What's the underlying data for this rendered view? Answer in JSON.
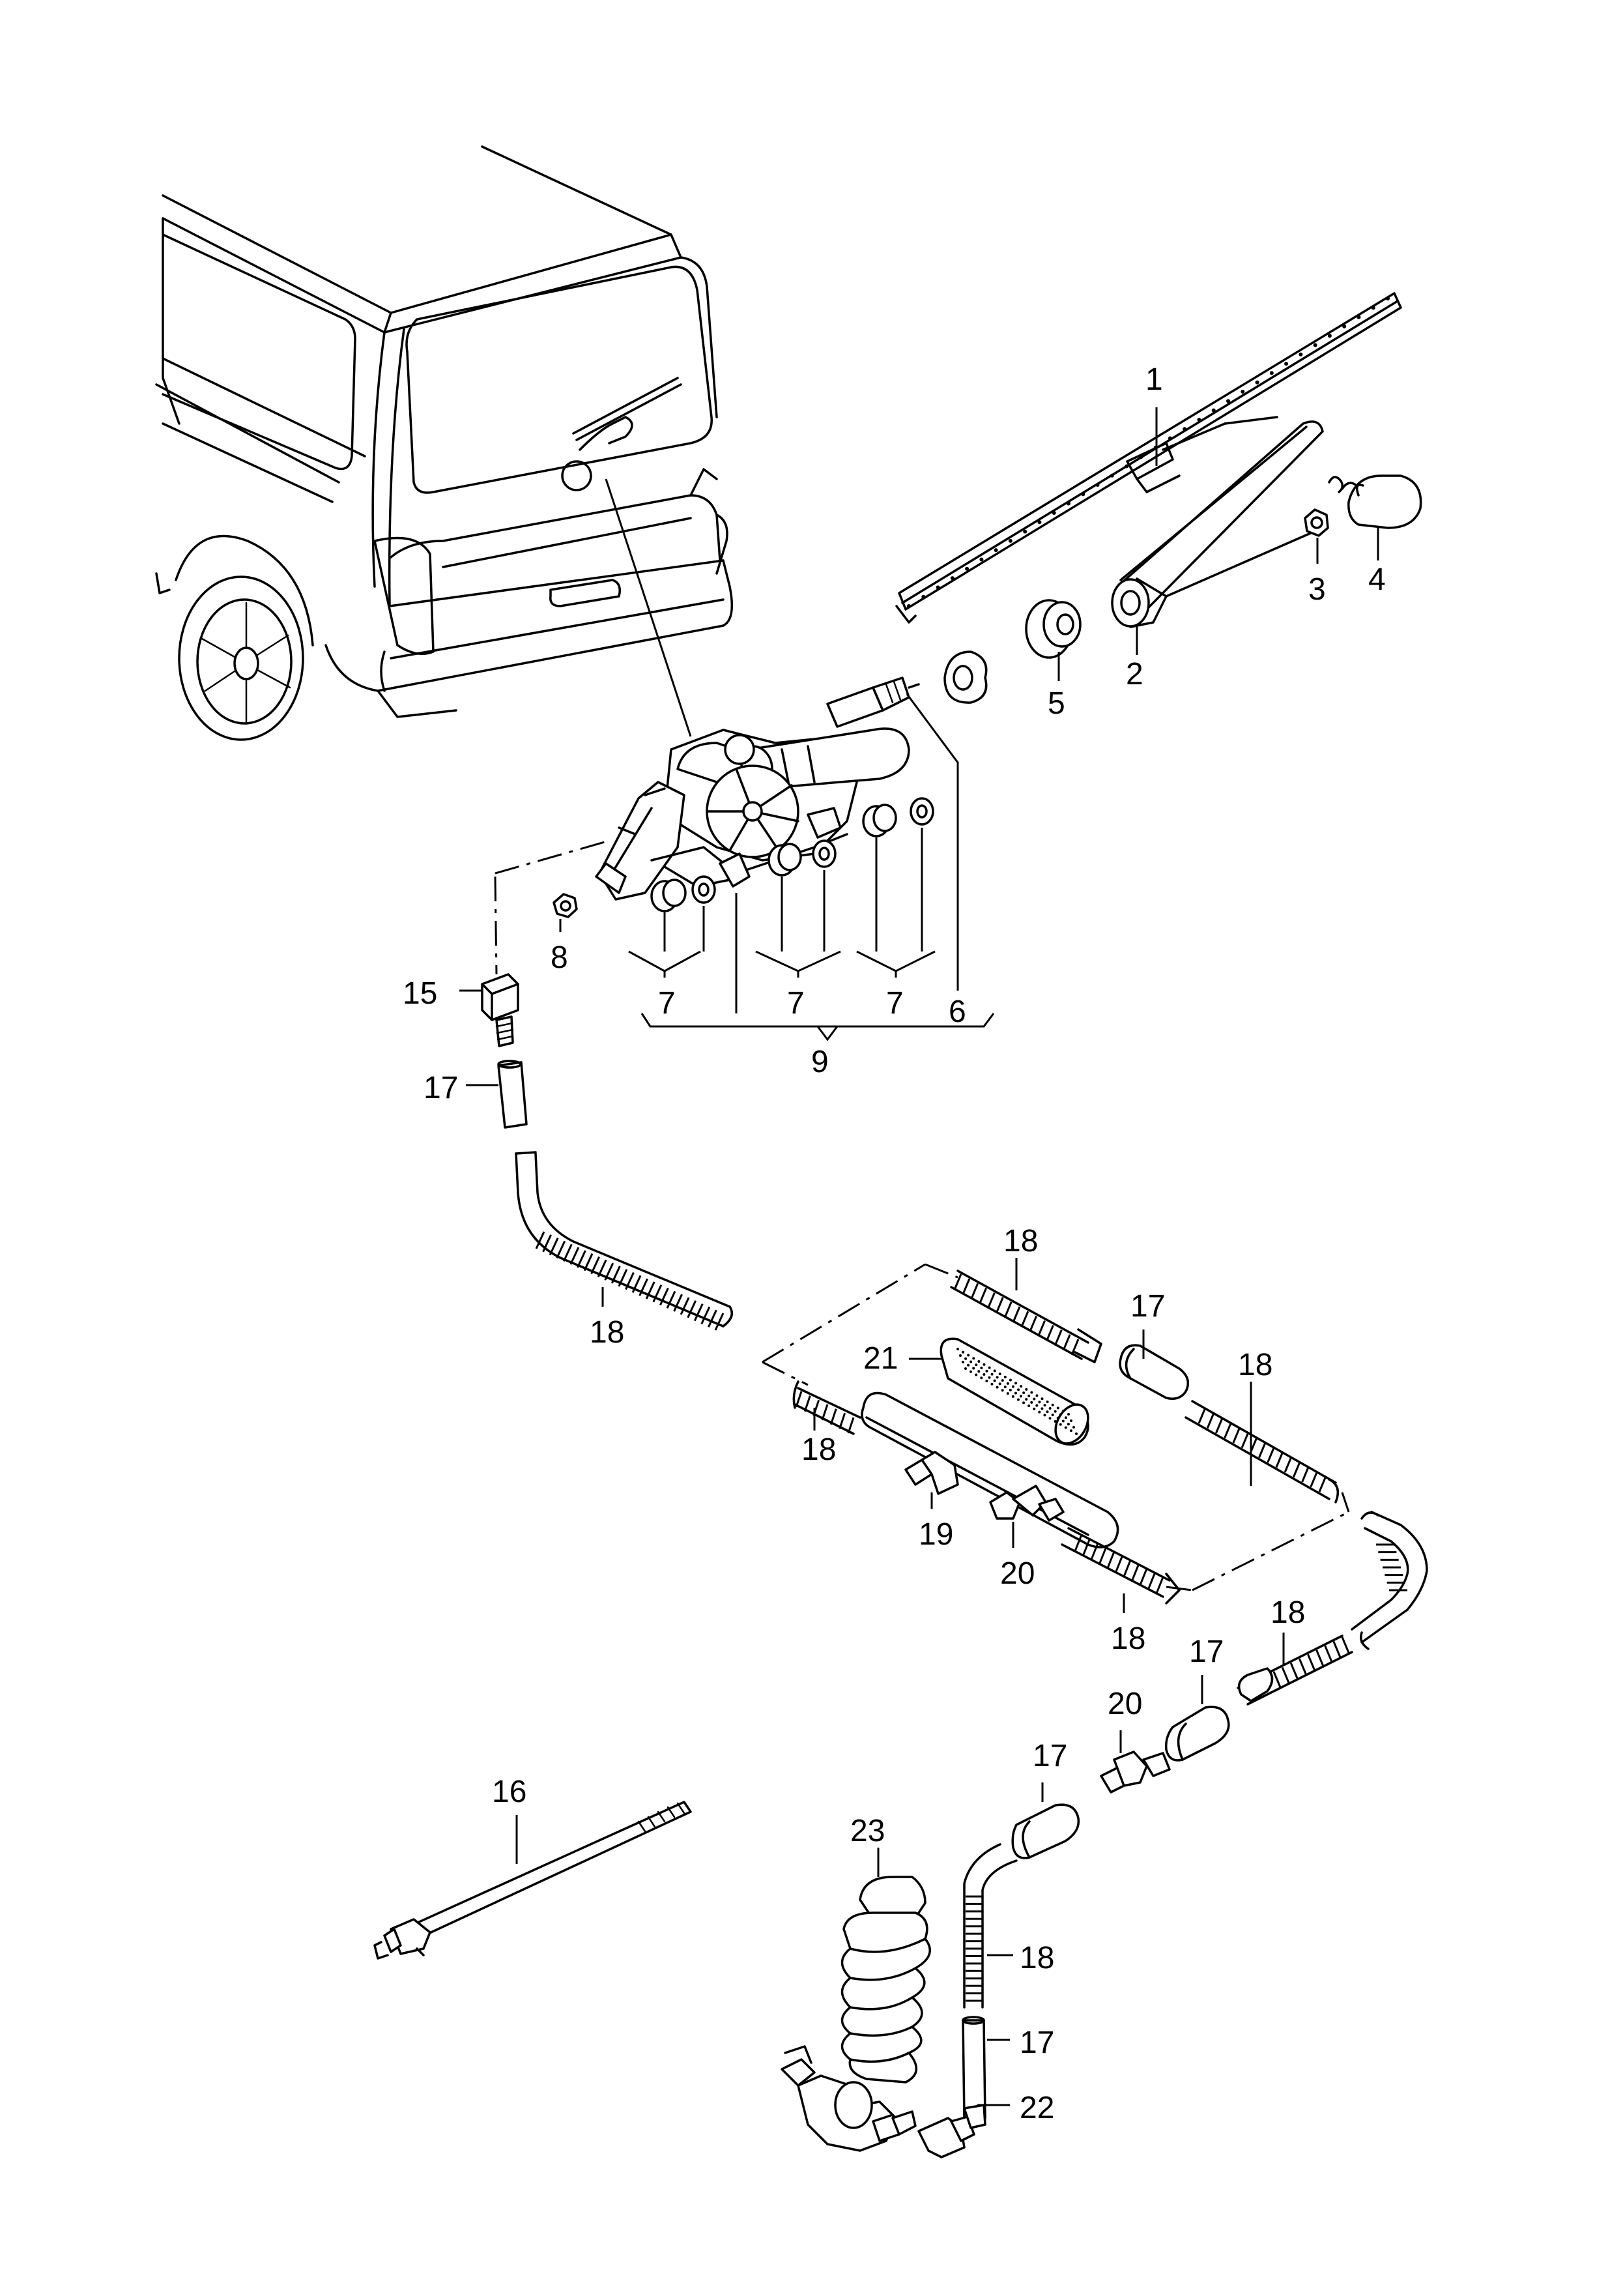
{
  "callouts": [
    {
      "id": "c1",
      "label": "1"
    },
    {
      "id": "c2",
      "label": "2"
    },
    {
      "id": "c3",
      "label": "3"
    },
    {
      "id": "c4",
      "label": "4"
    },
    {
      "id": "c5",
      "label": "5"
    },
    {
      "id": "c6",
      "label": "6"
    },
    {
      "id": "c7a",
      "label": "7"
    },
    {
      "id": "c7b",
      "label": "7"
    },
    {
      "id": "c7c",
      "label": "7"
    },
    {
      "id": "c8",
      "label": "8"
    },
    {
      "id": "c9",
      "label": "9"
    },
    {
      "id": "c15",
      "label": "15"
    },
    {
      "id": "c16",
      "label": "16"
    },
    {
      "id": "c17a",
      "label": "17"
    },
    {
      "id": "c17b",
      "label": "17"
    },
    {
      "id": "c17c",
      "label": "17"
    },
    {
      "id": "c17d",
      "label": "17"
    },
    {
      "id": "c17e",
      "label": "17"
    },
    {
      "id": "c18a",
      "label": "18"
    },
    {
      "id": "c18b",
      "label": "18"
    },
    {
      "id": "c18c",
      "label": "18"
    },
    {
      "id": "c18d",
      "label": "18"
    },
    {
      "id": "c18e",
      "label": "18"
    },
    {
      "id": "c18f",
      "label": "18"
    },
    {
      "id": "c18g",
      "label": "18"
    },
    {
      "id": "c19",
      "label": "19"
    },
    {
      "id": "c20a",
      "label": "20"
    },
    {
      "id": "c20b",
      "label": "20"
    },
    {
      "id": "c21",
      "label": "21"
    },
    {
      "id": "c22",
      "label": "22"
    },
    {
      "id": "c23",
      "label": "23"
    }
  ]
}
